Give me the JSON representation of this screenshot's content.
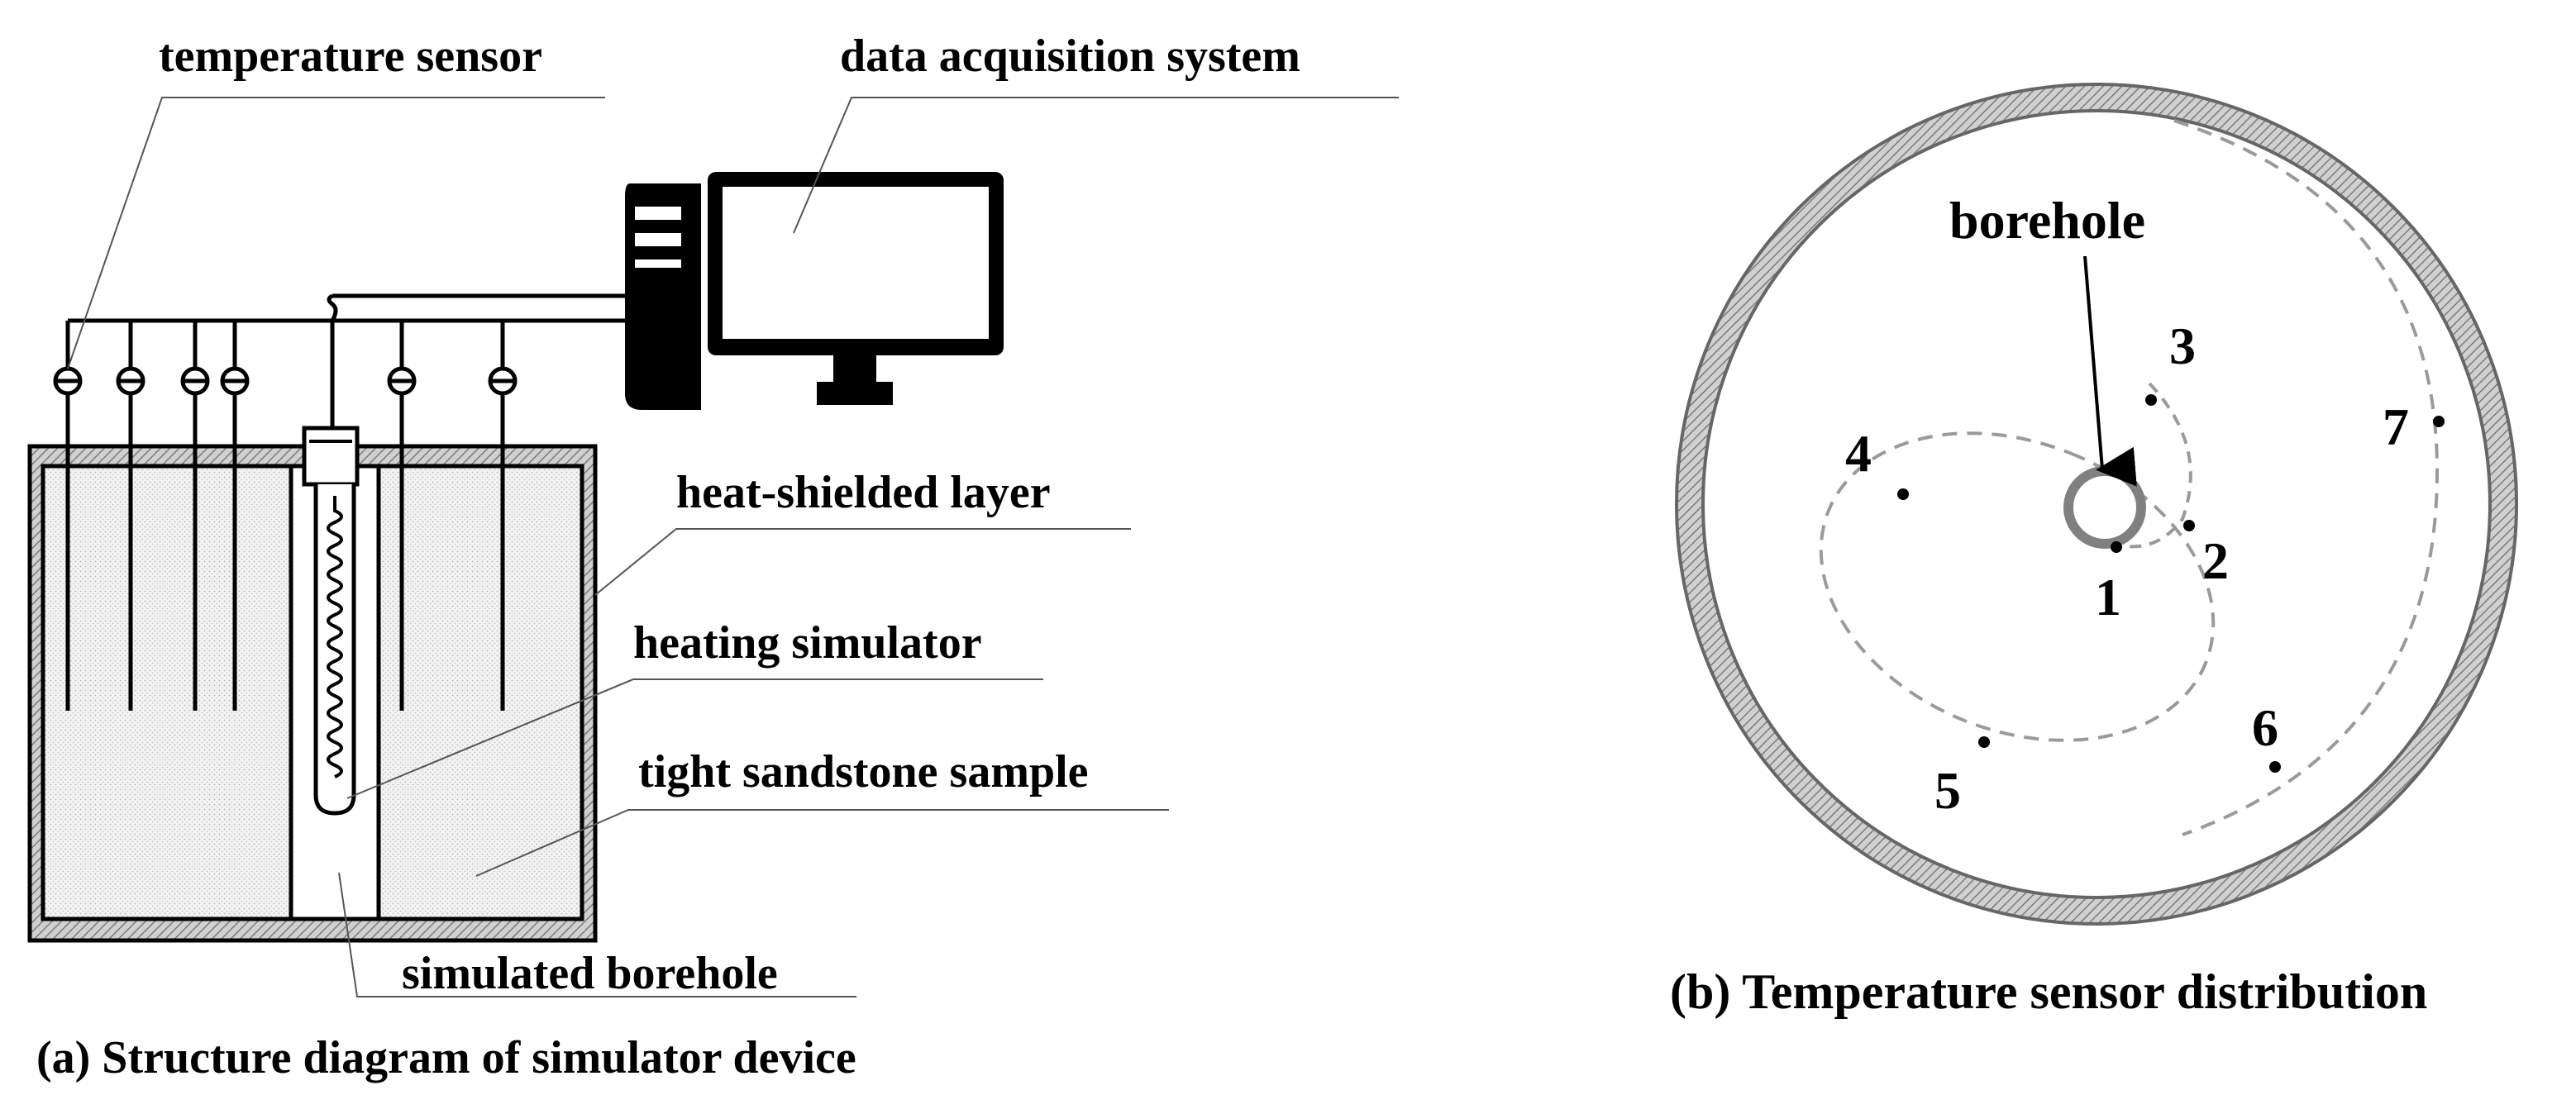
{
  "panel_a": {
    "caption": "(a) Structure diagram of simulator device",
    "labels": {
      "temperature_sensor": "temperature sensor",
      "data_acquisition_system": "data acquisition system",
      "heat_shielded_layer": "heat-shielded layer",
      "heating_simulator": "heating simulator",
      "tight_sandstone_sample": "tight sandstone sample",
      "simulated_borehole": "simulated borehole"
    }
  },
  "panel_b": {
    "caption": "(b) Temperature sensor distribution",
    "borehole_label": "borehole",
    "sensors": [
      "1",
      "2",
      "3",
      "4",
      "5",
      "6",
      "7"
    ]
  },
  "colors": {
    "ink": "#000000",
    "leader_line": "#555555",
    "hatch": "#8a8a8a",
    "sample_fill": "#eeeeee",
    "dashed_orbit": "#9a9a9a"
  }
}
